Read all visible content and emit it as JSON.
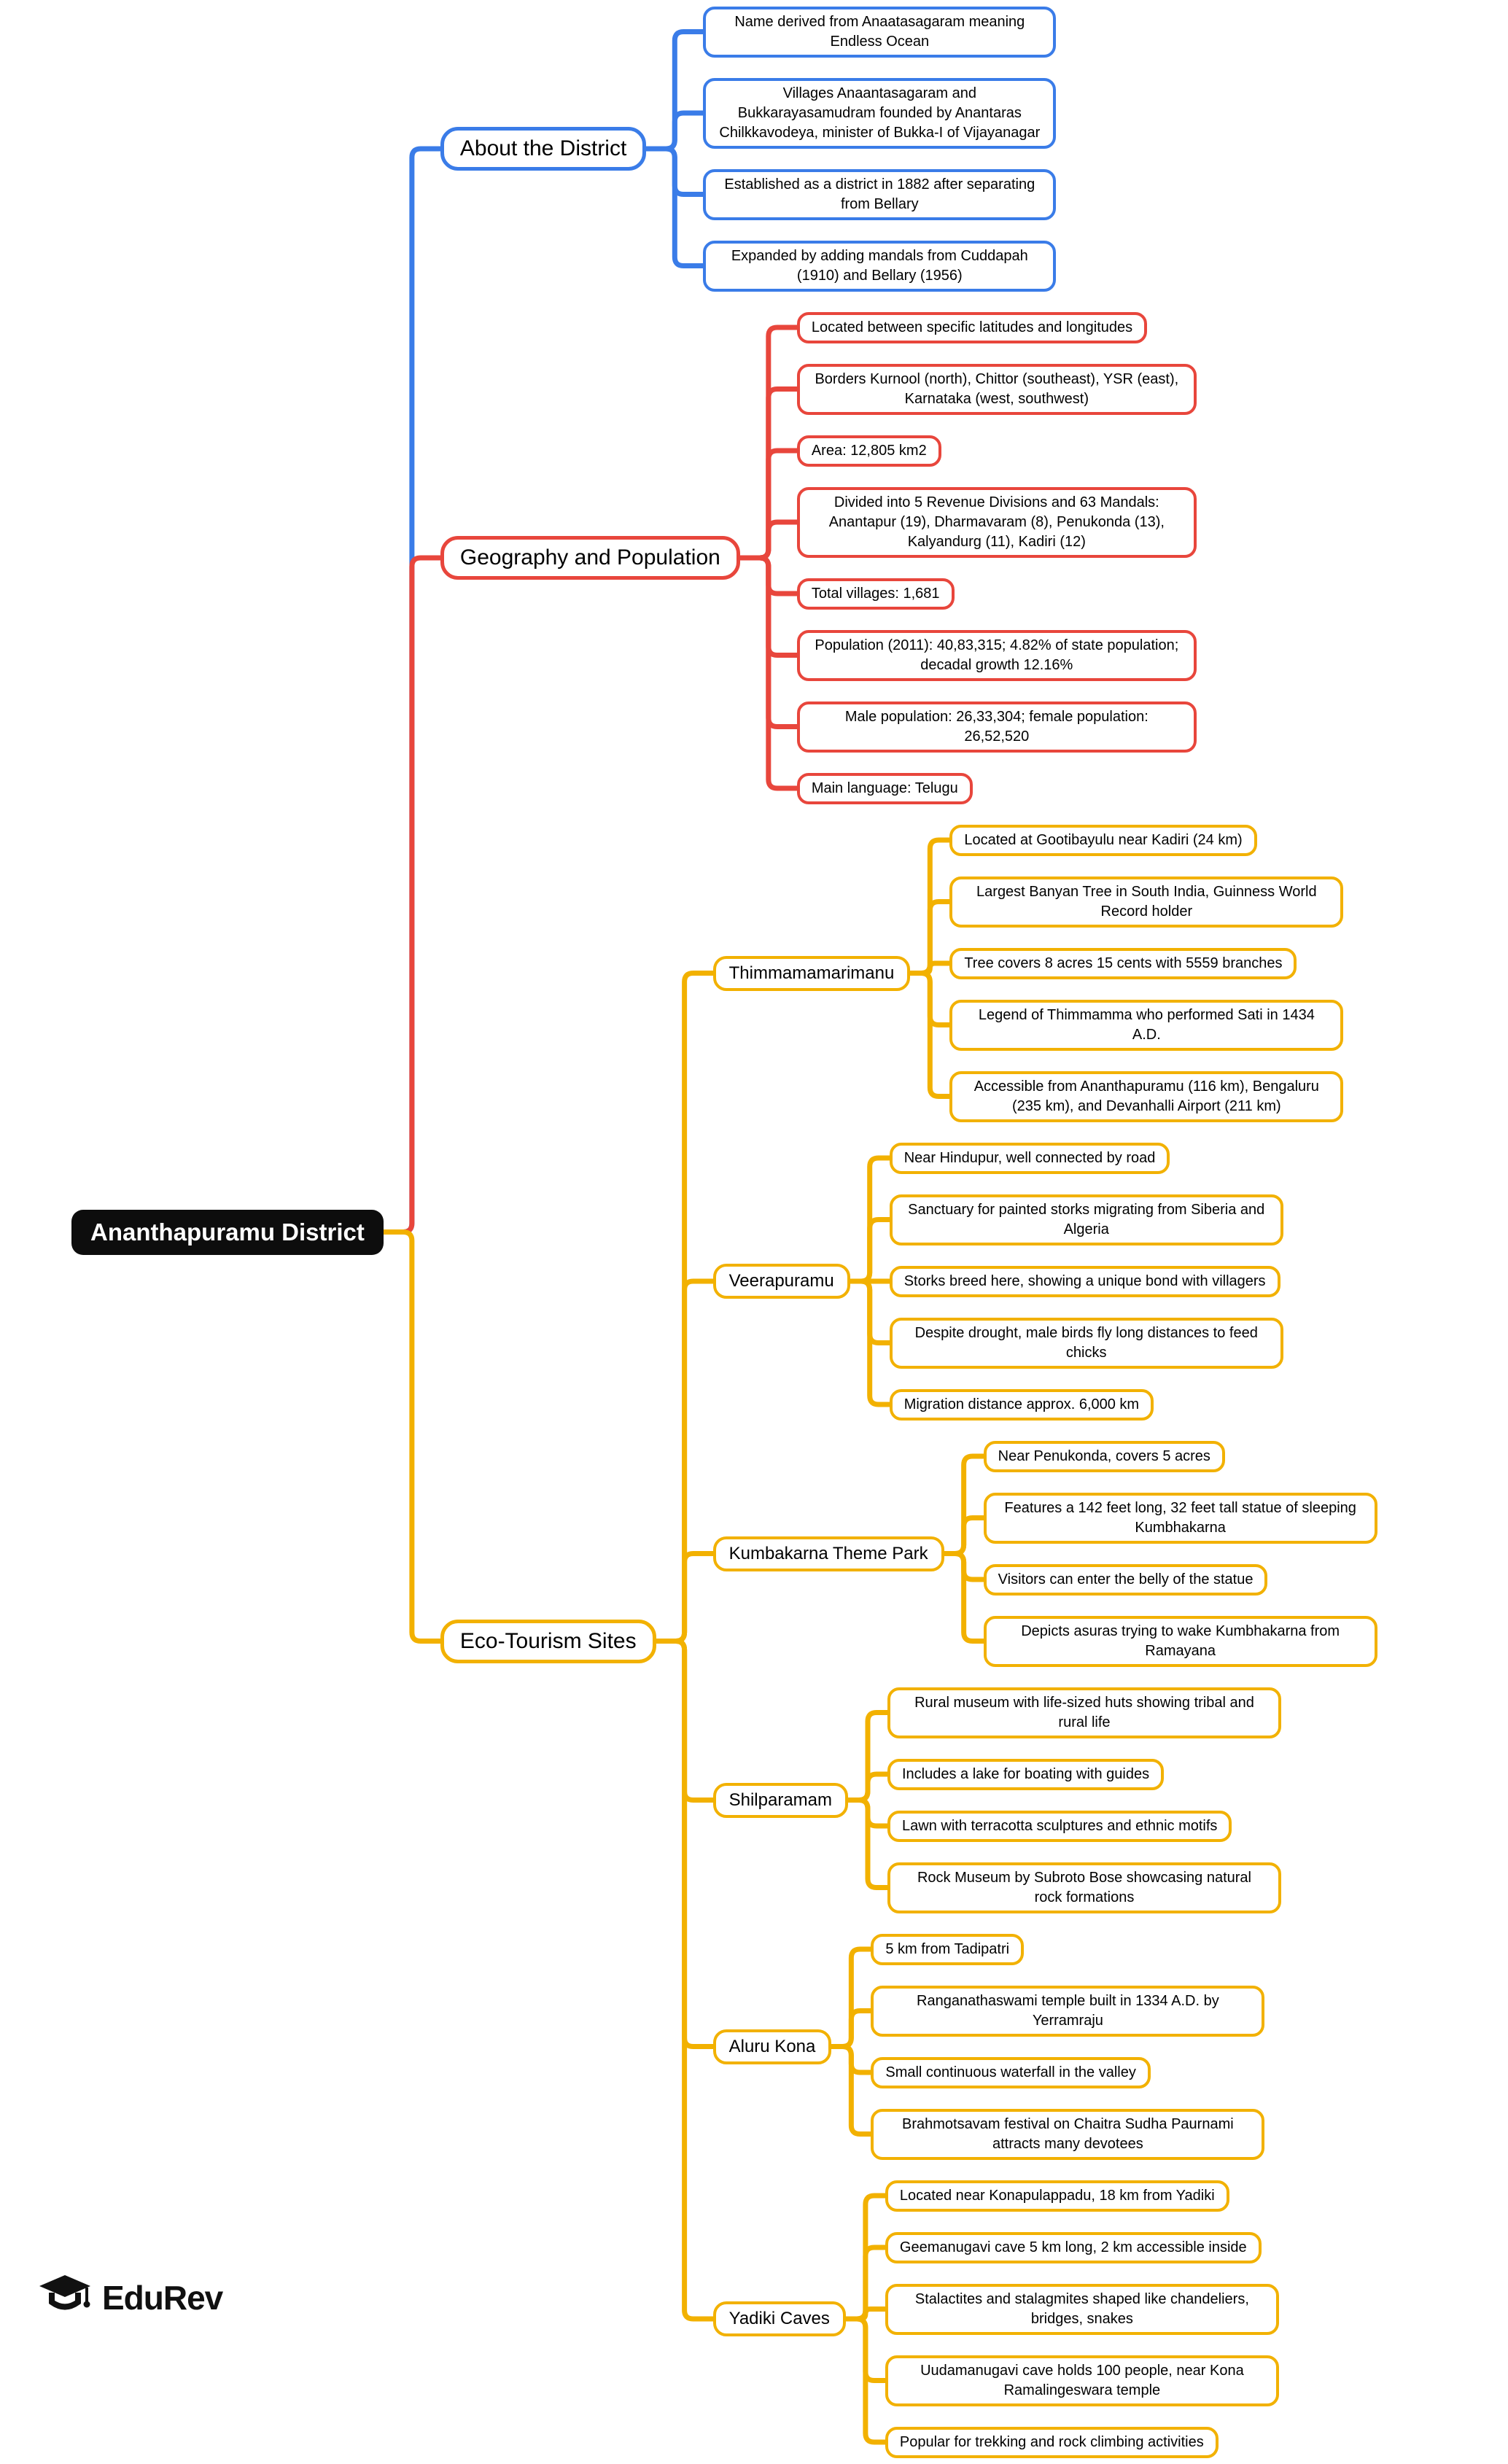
{
  "root": {
    "label": "Ananthapuramu District"
  },
  "colors": {
    "about": "#3a7ce8",
    "geography": "#e8463c",
    "eco": "#f2b100",
    "root_bg": "#0d0d0d"
  },
  "branches": [
    {
      "label": "About the District",
      "color": "#3a7ce8",
      "children": [
        "Name derived from Anaatasagaram meaning Endless Ocean",
        "Villages Anaantasagaram and Bukkarayasamudram founded by Anantaras Chilkkavodeya, minister of Bukka-I of Vijayanagar",
        "Established as a district in 1882 after separating from Bellary",
        "Expanded by adding mandals from Cuddapah (1910) and Bellary (1956)"
      ]
    },
    {
      "label": "Geography and Population",
      "color": "#e8463c",
      "children": [
        "Located between specific latitudes and longitudes",
        "Borders Kurnool (north), Chittor (southeast), YSR (east), Karnataka (west, southwest)",
        "Area: 12,805 km2",
        "Divided into 5 Revenue Divisions and 63 Mandals: Anantapur (19), Dharmavaram (8), Penukonda (13), Kalyandurg (11), Kadiri (12)",
        "Total villages: 1,681",
        "Population (2011): 40,83,315; 4.82% of state population; decadal growth 12.16%",
        "Male population: 26,33,304; female population: 26,52,520",
        "Main language: Telugu"
      ]
    },
    {
      "label": "Eco-Tourism Sites",
      "color": "#f2b100",
      "subbranches": [
        {
          "label": "Thimmamamarimanu",
          "children": [
            "Located at Gootibayulu near Kadiri (24 km)",
            "Largest Banyan Tree in South India, Guinness World Record holder",
            "Tree covers 8 acres 15 cents with 5559 branches",
            "Legend of Thimmamma who performed Sati in 1434 A.D.",
            "Accessible from Ananthapuramu (116 km), Bengaluru (235 km), and Devanhalli Airport (211 km)"
          ]
        },
        {
          "label": "Veerapuramu",
          "children": [
            "Near Hindupur, well connected by road",
            "Sanctuary for painted storks migrating from Siberia and Algeria",
            "Storks breed here, showing a unique bond with villagers",
            "Despite drought, male birds fly long distances to feed chicks",
            "Migration distance approx. 6,000 km"
          ]
        },
        {
          "label": "Kumbakarna Theme Park",
          "children": [
            "Near Penukonda, covers 5 acres",
            "Features a 142 feet long, 32 feet tall statue of sleeping Kumbhakarna",
            "Visitors can enter the belly of the statue",
            "Depicts asuras trying to wake Kumbhakarna from Ramayana"
          ]
        },
        {
          "label": "Shilparamam",
          "children": [
            "Rural museum with life-sized huts showing tribal and rural life",
            "Includes a lake for boating with guides",
            "Lawn with terracotta sculptures and ethnic motifs",
            "Rock Museum by Subroto Bose showcasing natural rock formations"
          ]
        },
        {
          "label": "Aluru Kona",
          "children": [
            "5 km from Tadipatri",
            "Ranganathaswami temple built in 1334 A.D. by Yerramraju",
            "Small continuous waterfall in the valley",
            "Brahmotsavam festival on Chaitra Sudha Paurnami attracts many devotees"
          ]
        },
        {
          "label": "Yadiki Caves",
          "children": [
            "Located near Konapulappadu, 18 km from Yadiki",
            "Geemanugavi cave 5 km long, 2 km accessible inside",
            "Stalactites and stalagmites shaped like chandeliers, bridges, snakes",
            "Uudamanugavi cave holds 100 people, near Kona Ramalingeswara temple",
            "Popular for trekking and rock climbing activities"
          ]
        }
      ]
    }
  ],
  "logo": {
    "text": "EduRev",
    "icon": "graduation-cap-icon"
  }
}
